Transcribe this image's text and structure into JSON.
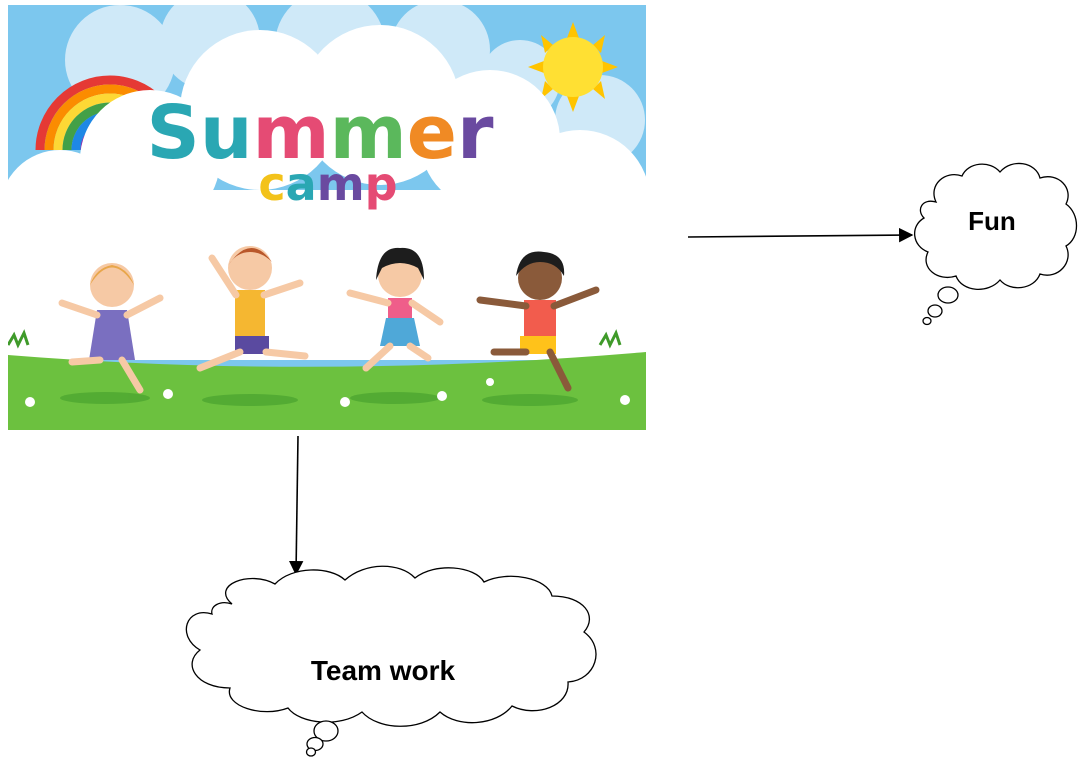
{
  "poster": {
    "title": "Summer",
    "subtitle": "camp",
    "title_letters": [
      "S",
      "u",
      "m",
      "m",
      "e",
      "r"
    ],
    "subtitle_letters": [
      "c",
      "a",
      "m",
      "p"
    ],
    "title_colors": [
      "#2aa7b3",
      "#2aa7b3",
      "#e54b74",
      "#5bb85c",
      "#f08a24",
      "#6a4aa0"
    ],
    "subtitle_colors": [
      "#f3c21a",
      "#2aa7b3",
      "#6a4aa0",
      "#e54b74"
    ]
  },
  "bubbles": {
    "fun": "Fun",
    "teamwork": "Team work"
  },
  "colors": {
    "sky": "#8fd0f0",
    "grass": "#6cc13f",
    "sun": "#ffd21f",
    "arrow": "#000000"
  }
}
